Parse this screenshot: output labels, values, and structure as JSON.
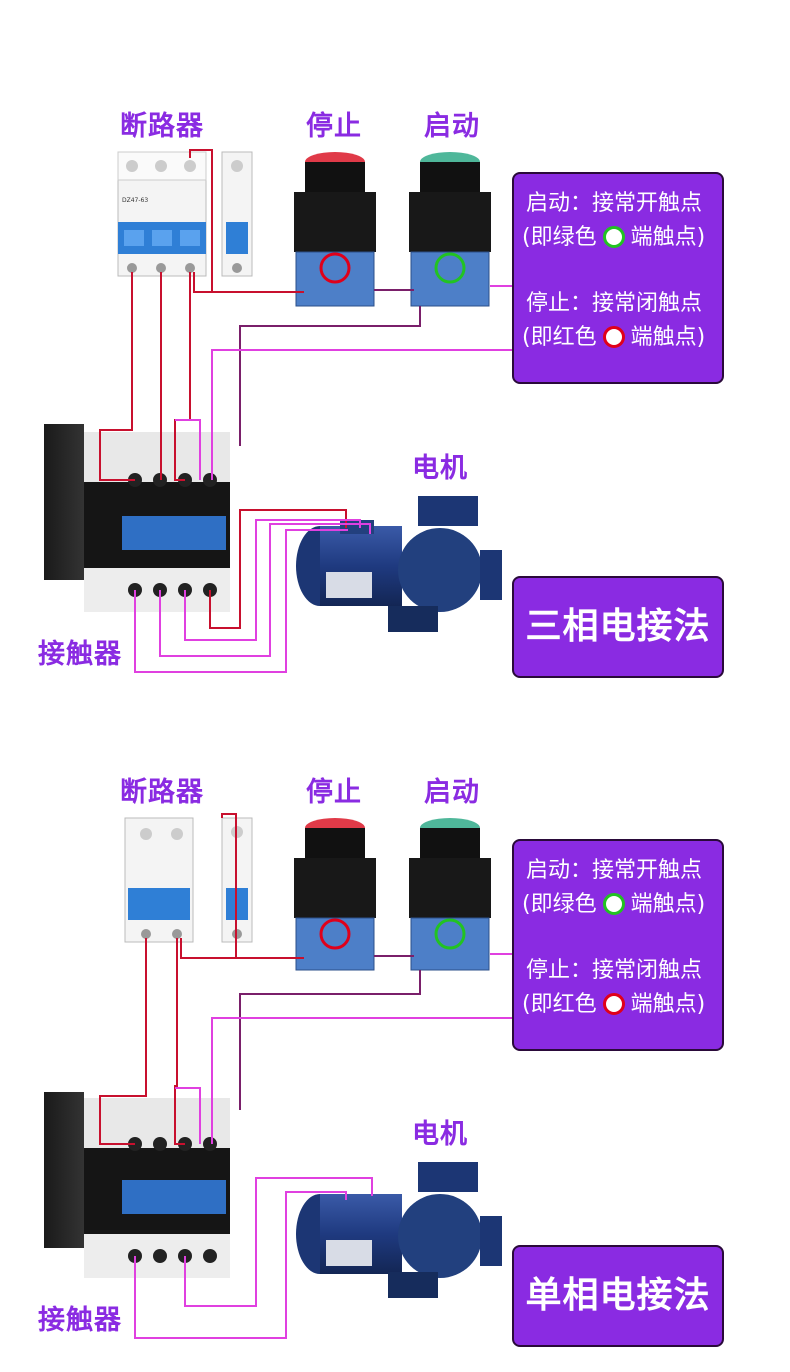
{
  "panels": [
    {
      "breaker_label": "断路器",
      "stop_label": "停止",
      "start_label": "启动",
      "motor_label": "电机",
      "contactor_label": "接触器",
      "info": {
        "start_line": "启动：接常开触点",
        "start_paren_open": "(即绿色",
        "start_paren_close": "端触点)",
        "stop_line": "停止：接常闭触点",
        "stop_paren_open": "(即红色",
        "stop_paren_close": "端触点)"
      },
      "method_label": "三相电接法"
    },
    {
      "breaker_label": "断路器",
      "stop_label": "停止",
      "start_label": "启动",
      "motor_label": "电机",
      "contactor_label": "接触器",
      "info": {
        "start_line": "启动：接常开触点",
        "start_paren_open": "(即绿色",
        "start_paren_close": "端触点)",
        "stop_line": "停止：接常闭触点",
        "stop_paren_open": "(即红色",
        "stop_paren_close": "端触点)"
      },
      "method_label": "单相电接法"
    }
  ],
  "colors": {
    "accent": "#8a2be2",
    "wire_red": "#c8102e",
    "wire_magenta": "#e040e0",
    "wire_purple": "#7a1f6a",
    "contact_green": "#22c322",
    "contact_red": "#e0001a"
  }
}
